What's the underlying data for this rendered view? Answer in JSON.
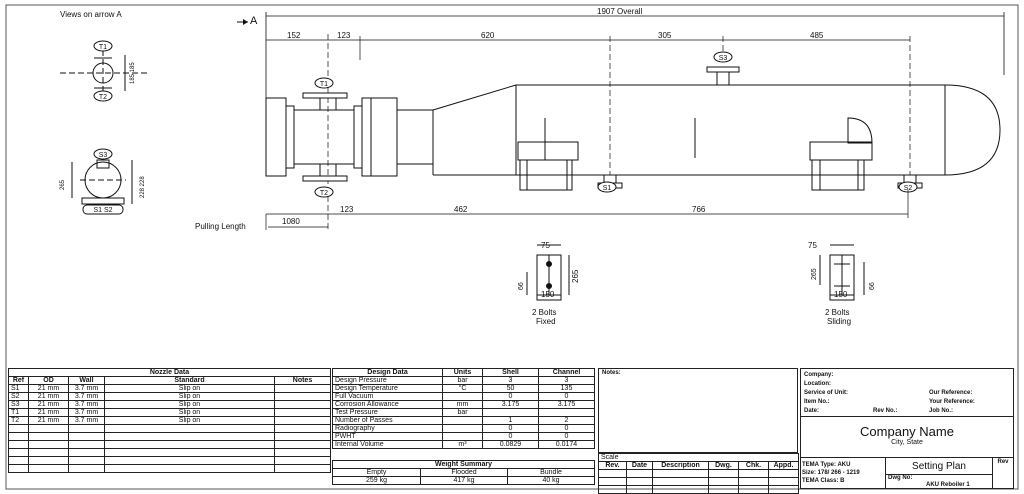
{
  "drawing": {
    "view_label": "Views on arrow A",
    "arrow_label": "A",
    "overall_label": "1907  Overall",
    "top_dims": [
      "152",
      "123",
      "620",
      "305",
      "485"
    ],
    "bottom_dims": [
      "1080",
      "123",
      "462",
      "766"
    ],
    "pulling_length": "Pulling Length",
    "nozzle_tags": [
      "T1",
      "T2",
      "S3",
      "S1",
      "S2"
    ],
    "side_view_tags": {
      "t1": "T1",
      "t2": "T2",
      "s3": "S3",
      "s1s2": "S1 S2"
    },
    "side_view_dims": {
      "t_span": "185 185",
      "s_height": "228 228",
      "s_dia": "265"
    },
    "supports": [
      {
        "width": "75",
        "height": "265",
        "offset": "66",
        "base": "150",
        "bolts": "2  Bolts",
        "type": "Fixed"
      },
      {
        "width": "75",
        "height": "265",
        "offset": "66",
        "base": "150",
        "bolts": "2  Bolts",
        "type": "Sliding"
      }
    ]
  },
  "nozzle_data": {
    "title": "Nozzle Data",
    "headers": [
      "Ref",
      "OD",
      "Wall",
      "Standard",
      "Notes"
    ],
    "rows": [
      [
        "S1",
        "21 mm",
        "3.7 mm",
        "Slip on",
        ""
      ],
      [
        "S2",
        "21 mm",
        "3.7 mm",
        "Slip on",
        ""
      ],
      [
        "S3",
        "21 mm",
        "3.7 mm",
        "Slip on",
        ""
      ],
      [
        "T1",
        "21 mm",
        "3.7 mm",
        "Slip on",
        ""
      ],
      [
        "T2",
        "21 mm",
        "3.7 mm",
        "Slip on",
        ""
      ],
      [
        "",
        "",
        "",
        "",
        ""
      ],
      [
        "",
        "",
        "",
        "",
        ""
      ],
      [
        "",
        "",
        "",
        "",
        ""
      ],
      [
        "",
        "",
        "",
        "",
        ""
      ],
      [
        "",
        "",
        "",
        "",
        ""
      ],
      [
        "",
        "",
        "",
        "",
        ""
      ]
    ]
  },
  "design_data": {
    "headers": [
      "Design Data",
      "Units",
      "Shell",
      "Channel"
    ],
    "rows": [
      [
        "Design Pressure",
        "bar",
        "3",
        "3"
      ],
      [
        "Design Temperature",
        "°C",
        "50",
        "135"
      ],
      [
        "Full Vacuum",
        "",
        "0",
        "0"
      ],
      [
        "Corrosion Allowance",
        "mm",
        "3.175",
        "3.175"
      ],
      [
        "Test Pressure",
        "bar",
        "",
        ""
      ],
      [
        "Number of Passes",
        "",
        "1",
        "2"
      ],
      [
        "Radiography",
        "",
        "0",
        "0"
      ],
      [
        "PWHT",
        "",
        "0",
        "0"
      ],
      [
        "Internal Volume",
        "m³",
        "0.0829",
        "0.0174"
      ]
    ]
  },
  "weight_summary": {
    "title": "Weight Summary",
    "headers": [
      "Empty",
      "Flooded",
      "Bundle"
    ],
    "values": [
      "259 kg",
      "417 kg",
      "40 kg"
    ]
  },
  "notes": {
    "label": "Notes:"
  },
  "revisions": {
    "scale_label": "Scale",
    "headers": [
      "Rev.",
      "Date",
      "Description",
      "Dwg.",
      "Chk.",
      "Appd."
    ]
  },
  "title_block": {
    "left_fields": [
      "Company:",
      "Location:",
      "Service of Unit:",
      "Item No.:",
      "Date:"
    ],
    "right_fields": [
      "Our Reference:",
      "Your Reference:",
      "Job No.:"
    ],
    "rev_no": "Rev No.:",
    "company_name": "Company Name",
    "company_city": "City, State",
    "tema_type": "TEMA Type: AKU",
    "size": "Size: 178/ 266 -   1219",
    "tema_class": "TEMA Class: B",
    "plan_title": "Setting Plan",
    "dwg_no_label": "Dwg No:",
    "dwg_no_value": "AKU Reboiler 1",
    "rev_label": "Rev"
  }
}
